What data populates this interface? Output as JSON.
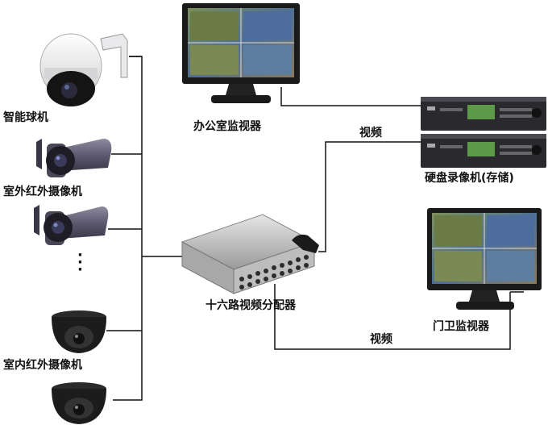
{
  "labels": {
    "dome_camera": "智能球机",
    "outdoor_ir_camera": "室外红外摄像机",
    "indoor_ir_camera": "室内红外摄像机",
    "office_monitor": "办公室监视器",
    "dvr": "硬盘录像机(存储)",
    "video_top": "视频",
    "splitter": "十六路视频分配器",
    "gate_monitor": "门卫监视器",
    "video_bottom": "视频"
  },
  "ellipsis": "···",
  "colors": {
    "line": "#111111",
    "monitor_body": "#1a1a1a",
    "dvr_body": "#2a2a2e",
    "splitter_body": "#c8c8c8",
    "camera_body": "#6e6a7e",
    "dome_body": "#1c1c1c"
  },
  "icons": [
    "dome-ptz-camera-icon",
    "bullet-ir-camera-icon",
    "dome-ir-camera-icon",
    "monitor-icon",
    "dvr-icon",
    "video-splitter-icon"
  ]
}
